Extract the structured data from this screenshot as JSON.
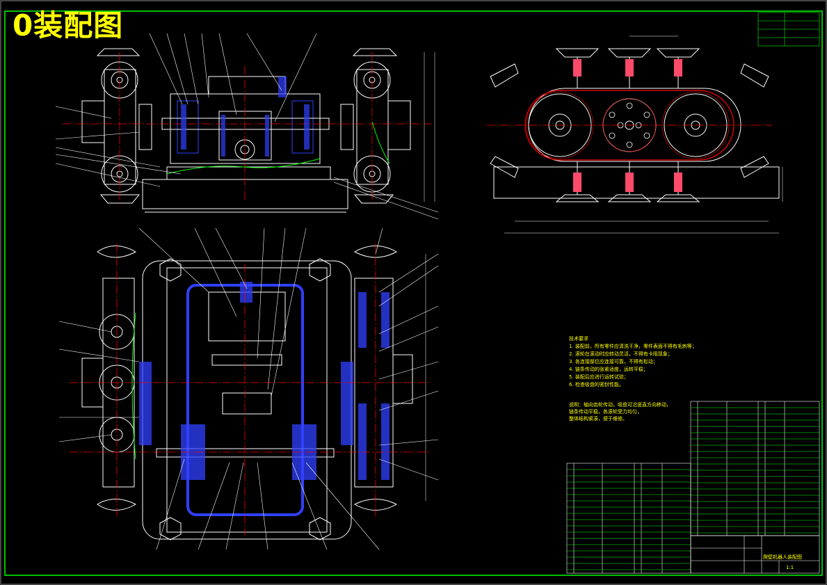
{
  "title": "0装配图",
  "colors": {
    "background": "#000000",
    "frame": "#00ff00",
    "outline": "#ffffff",
    "centerline": "#ff0000",
    "section_hatch": "#3040ff",
    "annotation": "#ffff00",
    "leader": "#ff00ff"
  },
  "technical_requirements": [
    "技术要求",
    "1. 装配前，所有零件应清洗干净，零件表面不得有毛刺等；",
    "2. 滚轮在滚动时应转动灵活，不得有卡阻现象；",
    "3. 各连接部位应连接可靠，不得有松动；",
    "4. 链条传动的张紧适度，运转平稳；",
    "5. 装配后应进行运转试验；",
    "6. 检查吸盘的密封性能。"
  ],
  "notes2": [
    "说明：轴向齿轮传动，吸盘可沿竖直方向移动，",
    "链条传动平稳，各滚轮受力均匀，",
    "整体结构紧凑，便于维修。"
  ],
  "title_block": {
    "drawing_name": "爬壁机器人装配图",
    "scale": "1:1"
  }
}
